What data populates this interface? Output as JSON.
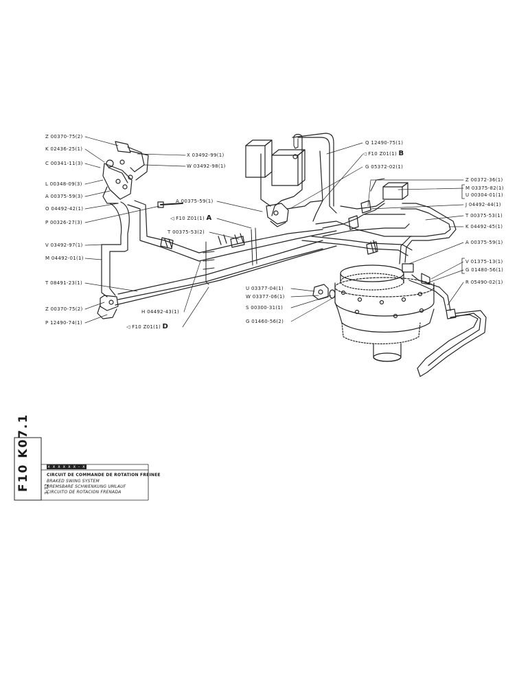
{
  "labels_left": [
    {
      "id": "z00370-75-2-top",
      "text": "Z 00370-75(2)"
    },
    {
      "id": "k02436-25",
      "text": "K 02436-25(1)"
    },
    {
      "id": "c00341-11",
      "text": "C 00341-11(3)"
    },
    {
      "id": "l00348-09",
      "text": "L 00348-09(3)"
    },
    {
      "id": "a00375-59-3",
      "text": "A 00375-59(3)"
    },
    {
      "id": "o04492-42",
      "text": "O 04492-42(1)"
    },
    {
      "id": "p00326-27",
      "text": "P 00326-27(3)"
    },
    {
      "id": "v03492-97",
      "text": "V 03492-97(1)"
    },
    {
      "id": "m04492-01",
      "text": "M 04492-01(1)"
    },
    {
      "id": "t08491-23",
      "text": "T 08491-23(1)"
    },
    {
      "id": "z00370-75-2-bottom",
      "text": "Z 00370-75(2)"
    },
    {
      "id": "p12490-74",
      "text": "P 12490-74(1)"
    }
  ],
  "labels_center": [
    {
      "id": "x03492-99",
      "text": "X 03492-99(1)"
    },
    {
      "id": "w03492-98",
      "text": "W 03492-98(1)"
    },
    {
      "id": "a00375-59-1-mid",
      "text": "A 00375-59(1)"
    },
    {
      "id": "f10-z01-a",
      "text": "F10  Z01(1)",
      "marker": "A"
    },
    {
      "id": "t00375-53-2",
      "text": "T 00375-53(2)"
    },
    {
      "id": "h04492-43",
      "text": "H 04492-43(1)"
    },
    {
      "id": "f10-z01-d",
      "text": "F10  Z01(1)",
      "marker": "D"
    },
    {
      "id": "u03377-04",
      "text": "U 03377-04(1)"
    },
    {
      "id": "w03377-06",
      "text": "W 03377-06(1)"
    },
    {
      "id": "s00300-31",
      "text": "S 00300-31(1)"
    },
    {
      "id": "g01460-56-2",
      "text": "G 01460-56(2)"
    },
    {
      "id": "q12490-75",
      "text": "Q 12490-75(1)"
    },
    {
      "id": "f10-z01-b",
      "text": "F10  Z01(1)",
      "marker": "B"
    },
    {
      "id": "g05372-02",
      "text": "G 05372-02(1)"
    }
  ],
  "labels_right": [
    {
      "id": "z00372-36",
      "text": "Z 00372-36(1)"
    },
    {
      "id": "m03375-82",
      "text": "M 03375-82(1)"
    },
    {
      "id": "u00304-01",
      "text": "U 00304-01(1)"
    },
    {
      "id": "j04492-44",
      "text": "J 04492-44(1)"
    },
    {
      "id": "t00375-53-1",
      "text": "T 00375-53(1)"
    },
    {
      "id": "k04492-45",
      "text": "K 04492-45(1)"
    },
    {
      "id": "a00375-59-1-right",
      "text": "A 00375-59(1)"
    },
    {
      "id": "v01375-13",
      "text": "V 01375-13(1)"
    },
    {
      "id": "g01480-56",
      "text": "G 01480-56(1)"
    },
    {
      "id": "r05490-02",
      "text": "R 05490-02(1)"
    }
  ],
  "title_block": {
    "code": "F10 K07.1",
    "date": "3-72",
    "bar_text": "x x x x x x - x x",
    "lines": [
      "CIRCUIT DE COMMANDE DE ROTATION FREINEE",
      "BRAKED SWING SYSTEM",
      "BREMSBARE SCHWENKUNG UMLAUF",
      "CIRCUITO DE ROTACION FRENADA"
    ]
  }
}
